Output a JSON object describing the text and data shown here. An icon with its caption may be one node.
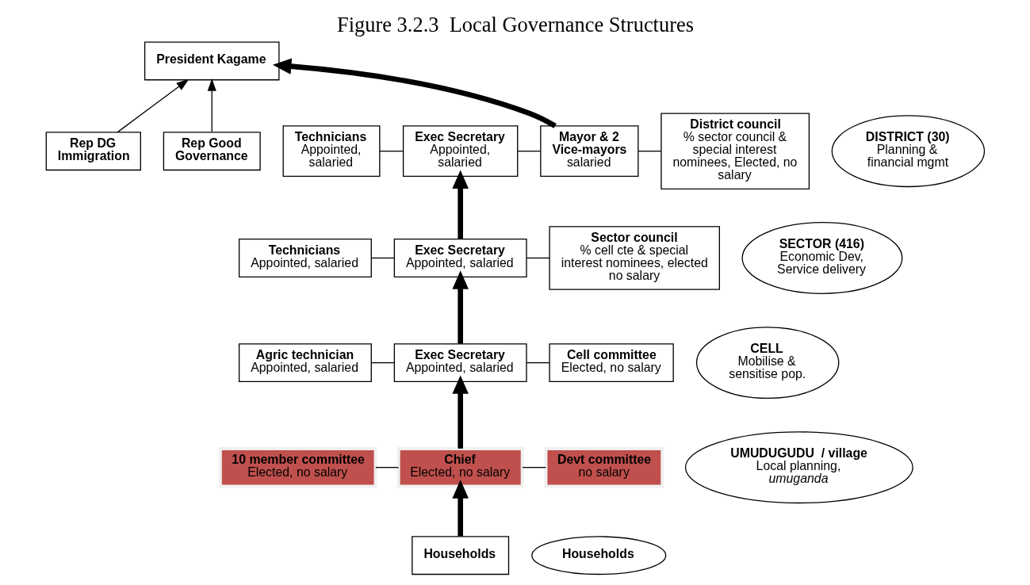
{
  "diagram": {
    "title": "Figure 3.2.3  Local Governance Structures",
    "nodes": [
      {
        "text": [
          "President Kagame"
        ]
      },
      {
        "text": [
          "Rep DG Immigration"
        ]
      },
      {
        "text": [
          "Rep Good Governance"
        ]
      },
      {
        "text": [
          "Technicians",
          "Appointed, salaried"
        ]
      },
      {
        "text": [
          "Exec Secretary",
          "Appointed, salaried"
        ]
      },
      {
        "text": [
          "Mayor & 2 Vice-mayors",
          "salaried"
        ]
      },
      {
        "text": [
          "District council",
          "% sector council & special interest nominees, Elected, no salary"
        ]
      },
      {
        "text": [
          "DISTRICT (30)",
          "Planning & financial mgmt"
        ]
      },
      {
        "text": [
          "Technicians",
          "Appointed, salaried"
        ]
      },
      {
        "text": [
          "Exec Secretary",
          "Appointed, salaried"
        ]
      },
      {
        "text": [
          "Sector council",
          "% cell cte & special interest nominees, elected no salary"
        ]
      },
      {
        "text": [
          "SECTOR (416)",
          "Economic Dev, Service delivery"
        ]
      },
      {
        "text": [
          "Agric technician",
          "Appointed, salaried"
        ]
      },
      {
        "text": [
          "Exec Secretary",
          "Appointed, salaried"
        ]
      },
      {
        "text": [
          "Cell committee",
          "Elected, no salary"
        ]
      },
      {
        "text": [
          "**CELL** Mobilise & sensitise pop."
        ]
      },
      {
        "text": [
          "10 member committee",
          "Elected, no salary"
        ]
      },
      {
        "text": [
          "Chief",
          "Elected, no salary"
        ]
      },
      {
        "text": [
          "Devt committee",
          "no salary"
        ]
      },
      {
        "text": [
          "UMUDUGUDU  / village",
          "Local planning, *umuganda*"
        ]
      },
      {
        "text": [
          "Households"
        ]
      },
      {
        "text": [
          "Households"
        ]
      }
    ],
    "edges": [
      {
        "from": 1,
        "to": 0,
        "arrow": "to"
      },
      {
        "from": 2,
        "to": 0,
        "arrow": "to"
      },
      {
        "from": 5,
        "to": 0,
        "arrow": "to",
        "style": "thick"
      },
      {
        "from": 3,
        "to": 4,
        "arrow": "none"
      },
      {
        "from": 4,
        "to": 5,
        "arrow": "none"
      },
      {
        "from": 5,
        "to": 6,
        "arrow": "none"
      },
      {
        "from": 9,
        "to": 4,
        "arrow": "to",
        "style": "thick"
      },
      {
        "from": 8,
        "to": 9,
        "arrow": "none"
      },
      {
        "from": 9,
        "to": 10,
        "arrow": "none"
      },
      {
        "from": 13,
        "to": 9,
        "arrow": "to",
        "style": "thick"
      },
      {
        "from": 12,
        "to": 13,
        "arrow": "none"
      },
      {
        "from": 13,
        "to": 14,
        "arrow": "none"
      },
      {
        "from": 17,
        "to": 13,
        "arrow": "to",
        "style": "thick"
      },
      {
        "from": 16,
        "to": 17,
        "arrow": "none"
      },
      {
        "from": 17,
        "to": 18,
        "arrow": "none"
      },
      {
        "from": 20,
        "to": 17,
        "arrow": "to",
        "style": "thick"
      }
    ]
  }
}
